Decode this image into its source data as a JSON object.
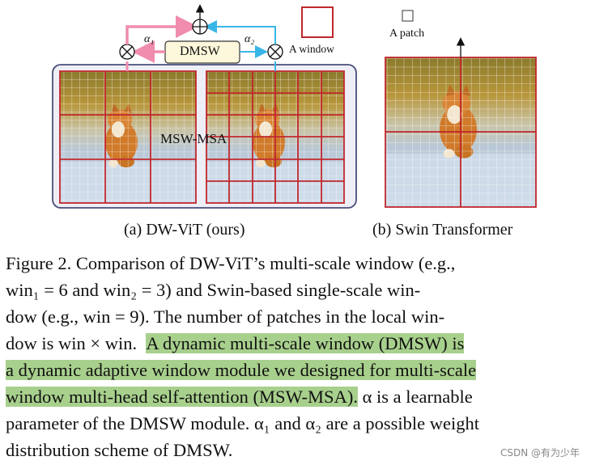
{
  "figure": {
    "alpha1_label": "α₁",
    "alpha2_label": "α₂",
    "dmsw_label": "DMSW",
    "window_legend": "A window",
    "patch_legend": "A patch",
    "mswmsa_label": "MSW-MSA",
    "sub_a": "(a) DW-ViT (ours)",
    "sub_b": "(b) Swin Transformer",
    "colors": {
      "window_red": "#c1272d",
      "highlight": "#a8d08d",
      "dmsw_fill": "#fdf8dc",
      "arrow_pink": "#f08cae",
      "arrow_cyan": "#38b6e8"
    }
  },
  "caption": {
    "l1": "Figure 2.  Comparison of DW-ViT’s multi-scale window (e.g.,",
    "l2": "win₁ = 6 and win₂ = 3) and Swin-based single-scale win-",
    "l3a": "dow (e.g., win = 9).  The number of patches in the local win-",
    "l4a": "dow is win × win.",
    "l4b": "A dynamic multi-scale window (DMSW) is",
    "l5": "a dynamic adaptive window module we designed for multi-scale",
    "l6a": "window multi-head self-attention (MSW-MSA).",
    "l6b": " α is a learnable",
    "l7": "parameter of the DMSW module. α₁ and α₂ are a possible weight",
    "l8": "distribution scheme of DMSW."
  },
  "watermark": "CSDN @有为少年"
}
